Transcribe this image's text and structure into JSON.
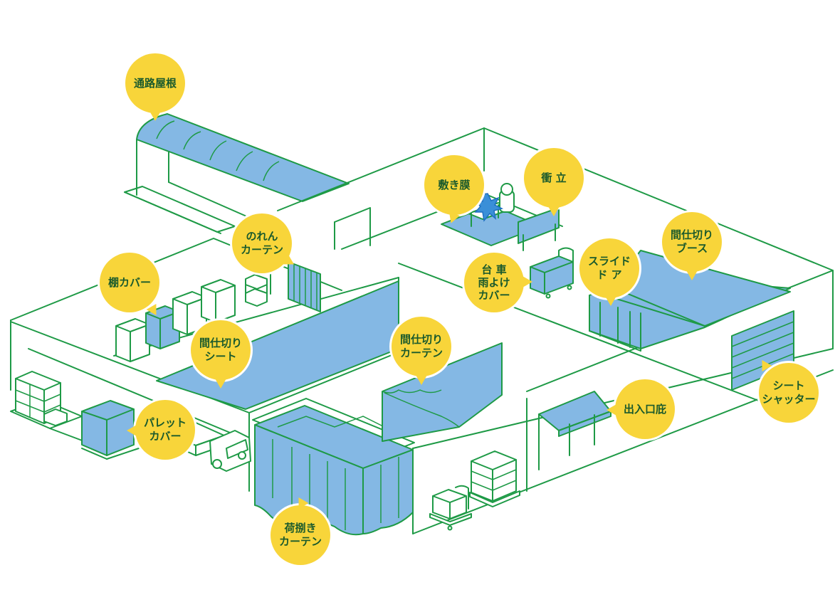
{
  "title": "倉庫・工場 設置イメージ",
  "colors": {
    "line": "#1e9a46",
    "product_fill": "#84b8e4",
    "bubble_fill": "#f8d53a",
    "bubble_text": "#1a5a2c",
    "background": "#ffffff"
  },
  "labels": {
    "corridor_roof": [
      "通路屋根"
    ],
    "noren_curtain": [
      "のれん",
      "カーテン"
    ],
    "shelf_cover": [
      "棚カバー"
    ],
    "partition_sheet": [
      "間仕切り",
      "シート"
    ],
    "pallet_cover": [
      "パレット",
      "カバー"
    ],
    "loading_curtain": [
      "荷捌き",
      "カーテン"
    ],
    "partition_curtain": [
      "間仕切り",
      "カーテン"
    ],
    "floor_membrane": [
      "敷き膜"
    ],
    "screen": [
      "衝 立"
    ],
    "cart_rain_cover": [
      "台 車",
      "雨よけ",
      "カバー"
    ],
    "slide_door": [
      "スライド",
      "ド ア"
    ],
    "partition_booth": [
      "間仕切り",
      "ブース"
    ],
    "entrance_canopy": [
      "出入口庇"
    ],
    "sheet_shutter": [
      "シート",
      "シャッター"
    ]
  }
}
